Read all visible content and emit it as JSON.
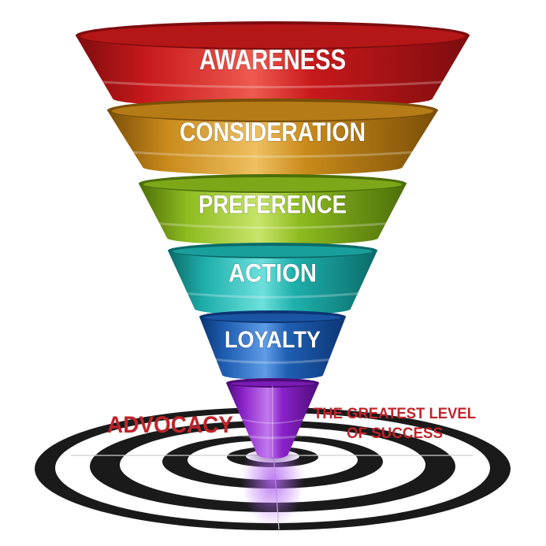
{
  "funnel": {
    "stages": [
      {
        "label": "AWARENESS",
        "color": "#c8191c",
        "light": "#ef5a4f",
        "dark": "#7d0c0e"
      },
      {
        "label": "CONSIDERATION",
        "color": "#c98a1b",
        "light": "#eec061",
        "dark": "#7a4f08"
      },
      {
        "label": "PREFERENCE",
        "color": "#8dbb1f",
        "light": "#c8e46a",
        "dark": "#4d6e0a"
      },
      {
        "label": "ACTION",
        "color": "#1fb0ac",
        "light": "#6de0dc",
        "dark": "#0b6b68"
      },
      {
        "label": "LOYALTY",
        "color": "#1f5fb3",
        "light": "#5f9be6",
        "dark": "#0c3574"
      },
      {
        "label": "",
        "color": "#8a22c9",
        "light": "#c27aee",
        "dark": "#4d0c78"
      }
    ]
  },
  "advocacy": {
    "label": "ADVOCACY",
    "color": "#c0242a"
  },
  "success_note": {
    "line1": "THE GREATEST LEVEL",
    "line2": "OF SUCCESS",
    "color": "#c0242a"
  },
  "target": {
    "ring_color": "#1a1a1a",
    "gap_color": "#ffffff"
  }
}
